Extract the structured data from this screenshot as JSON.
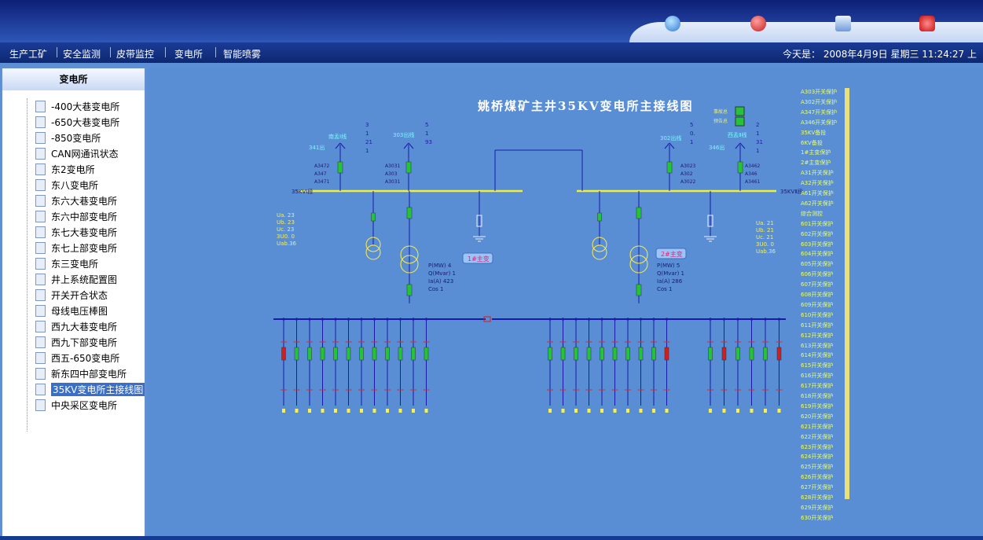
{
  "nav": {
    "items": [
      "生产工矿",
      "安全监测",
      "皮带监控",
      "变电所",
      "智能喷雾"
    ],
    "datetime": "今天是： 2008年4月9日  星期三  11:24:27  上"
  },
  "toolbar_icons": [
    "user-icon",
    "help-icon",
    "checklist-icon",
    "power-icon"
  ],
  "sidebar": {
    "title": "变电所",
    "items": [
      "-400大巷变电所",
      "-650大巷变电所",
      "-850变电所",
      "CAN网通讯状态",
      "东2变电所",
      "东八变电所",
      "东六大巷变电所",
      "东六中部变电所",
      "东七大巷变电所",
      "东七上部变电所",
      "东三变电所",
      "井上系统配置图",
      "开关开合状态",
      "母线电压棒图",
      "西九大巷变电所",
      "西九下部变电所",
      "西五-650变电所",
      "新东四中部变电所",
      "35KV变电所主接线图",
      "中央采区变电所"
    ],
    "selected_index": 18
  },
  "diagram": {
    "title": "姚桥煤矿主井35KV变电所主接线图",
    "legend": [
      "事故总",
      "预告总"
    ],
    "bus_left": "35KVⅠ段",
    "bus_right": "35KVⅡ段",
    "transformer_left": "1#主变",
    "transformer_right": "2#主变",
    "left_top": {
      "line_name": "南孟Ⅰ线",
      "pt": "341出",
      "feeder": "303出线",
      "vals": [
        "3",
        "1",
        "21",
        "1",
        "5",
        "1",
        "93"
      ]
    },
    "right_top": {
      "line_name": "西孟Ⅱ线",
      "pt": "346出",
      "feeder": "302出线",
      "vals": [
        "5",
        "0.",
        "1",
        "2",
        "1",
        "31",
        "1"
      ]
    },
    "left_switches": [
      "A3472",
      "A347",
      "A3471",
      "A3031",
      "A303",
      "A3031"
    ],
    "right_switches": [
      "A3023",
      "A302",
      "A3022",
      "A3462",
      "A346",
      "A3461"
    ],
    "left_meter": [
      "Ua. 23",
      "Ub. 23",
      "Uc. 23",
      "3U0. 0",
      "Uab.36"
    ],
    "right_meter": [
      "Ua. 21",
      "Ub. 21",
      "Uc. 21",
      "3U0. 0",
      "Uab.36"
    ],
    "left_power": [
      "P(MW) 4",
      "Q(Mvar) 1",
      "Ia(A) 423",
      "Cos 1"
    ],
    "right_power": [
      "P(MW) 5",
      "Q(Mvar) 1",
      "Ia(A) 286",
      "Cos 1"
    ]
  },
  "right_panel": {
    "items": [
      "A303开关保护",
      "A302开关保护",
      "A347开关保护",
      "A346开关保护",
      "35KV备投",
      "6KV备投",
      "1#主变保护",
      "2#主变保护",
      "A31开关保护",
      "A32开关保护",
      "A61开关保护",
      "A62开关保护",
      "综合测控",
      "601开关保护",
      "602开关保护",
      "603开关保护",
      "604开关保护",
      "605开关保护",
      "606开关保护",
      "607开关保护",
      "608开关保护",
      "609开关保护",
      "610开关保护",
      "611开关保护",
      "612开关保护",
      "613开关保护",
      "614开关保护",
      "615开关保护",
      "616开关保护",
      "617开关保护",
      "618开关保护",
      "619开关保护",
      "620开关保护",
      "621开关保护",
      "622开关保护",
      "623开关保护",
      "624开关保护",
      "625开关保护",
      "626开关保护",
      "627开关保护",
      "628开关保护",
      "629开关保护",
      "630开关保护"
    ]
  },
  "colors": {
    "bus": "#f0f036",
    "line": "#1a1aa8",
    "breaker_closed": "#24c43a",
    "breaker_open": "#d21e1e",
    "label": "#1d1d9e",
    "cyan": "#7cf6ff",
    "yellow": "#f2f060"
  }
}
